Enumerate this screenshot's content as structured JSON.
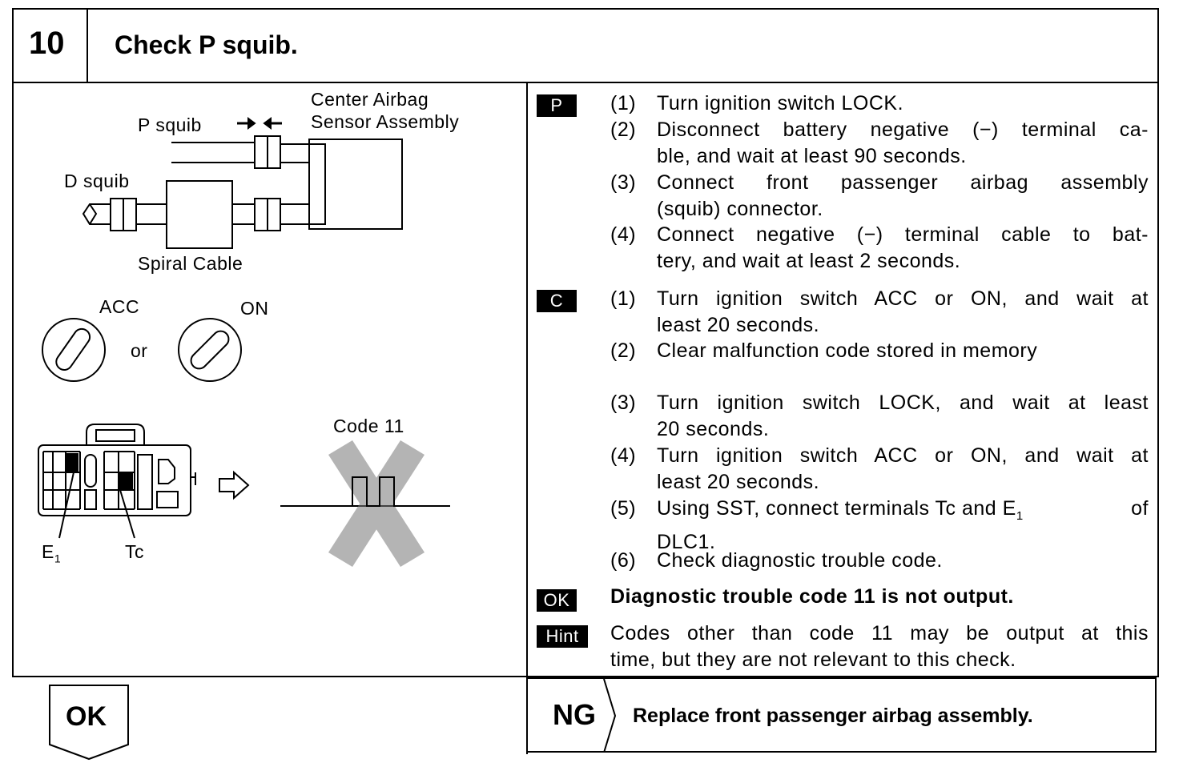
{
  "header": {
    "step_number": "10",
    "title": "Check P squib."
  },
  "diagram": {
    "label_center_airbag": "Center Airbag",
    "label_sensor_assembly": "Sensor Assembly",
    "label_p_squib": "P squib",
    "label_d_squib": "D squib",
    "label_spiral_cable": "Spiral Cable",
    "label_acc": "ACC",
    "label_on": "ON",
    "label_or": "or",
    "label_code11": "Code 11",
    "label_e1": "E",
    "label_e1_sub": "1",
    "label_tc": "Tc"
  },
  "procedure": {
    "p_tag": "P",
    "p_steps": [
      {
        "num": "(1)",
        "text": "Turn ignition switch LOCK."
      },
      {
        "num": "(2)",
        "text_line1": "Disconnect battery negative (−) terminal ca-",
        "text_line2": "ble, and wait at least 90 seconds."
      },
      {
        "num": "(3)",
        "text_line1": "Connect front passenger airbag assembly",
        "text_line2": "(squib) connector."
      },
      {
        "num": "(4)",
        "text_line1": "Connect negative (−) terminal cable to bat-",
        "text_line2": "tery, and wait at least 2 seconds."
      }
    ],
    "c_tag": "C",
    "c_steps": [
      {
        "num": "(1)",
        "text_line1": "Turn ignition switch ACC or ON, and wait at",
        "text_line2": "least 20 seconds."
      },
      {
        "num": "(2)",
        "text": "Clear malfunction code stored in memory"
      },
      {
        "num": "(3)",
        "text_line1": "Turn ignition switch LOCK, and wait at least",
        "text_line2": "20 seconds."
      },
      {
        "num": "(4)",
        "text_line1": "Turn ignition switch ACC or ON, and wait at",
        "text_line2": "least 20 seconds."
      },
      {
        "num": "(5)",
        "text_line1_a": "Using SST, connect terminals Tc and E",
        "text_line1_sub": "1",
        "text_line1_b": " of",
        "text_line2": "DLC1."
      },
      {
        "num": "(6)",
        "text": "Check diagnostic trouble code."
      }
    ],
    "ok_tag": "OK",
    "ok_text": "Diagnostic trouble code 11 is not output.",
    "hint_tag": "Hint",
    "hint_line1": "Codes other than code 11 may be output at this",
    "hint_line2": "time, but they are not relevant to this check."
  },
  "footer": {
    "ok_label": "OK",
    "ng_label": "NG",
    "ng_action": "Replace front passenger airbag assembly."
  }
}
